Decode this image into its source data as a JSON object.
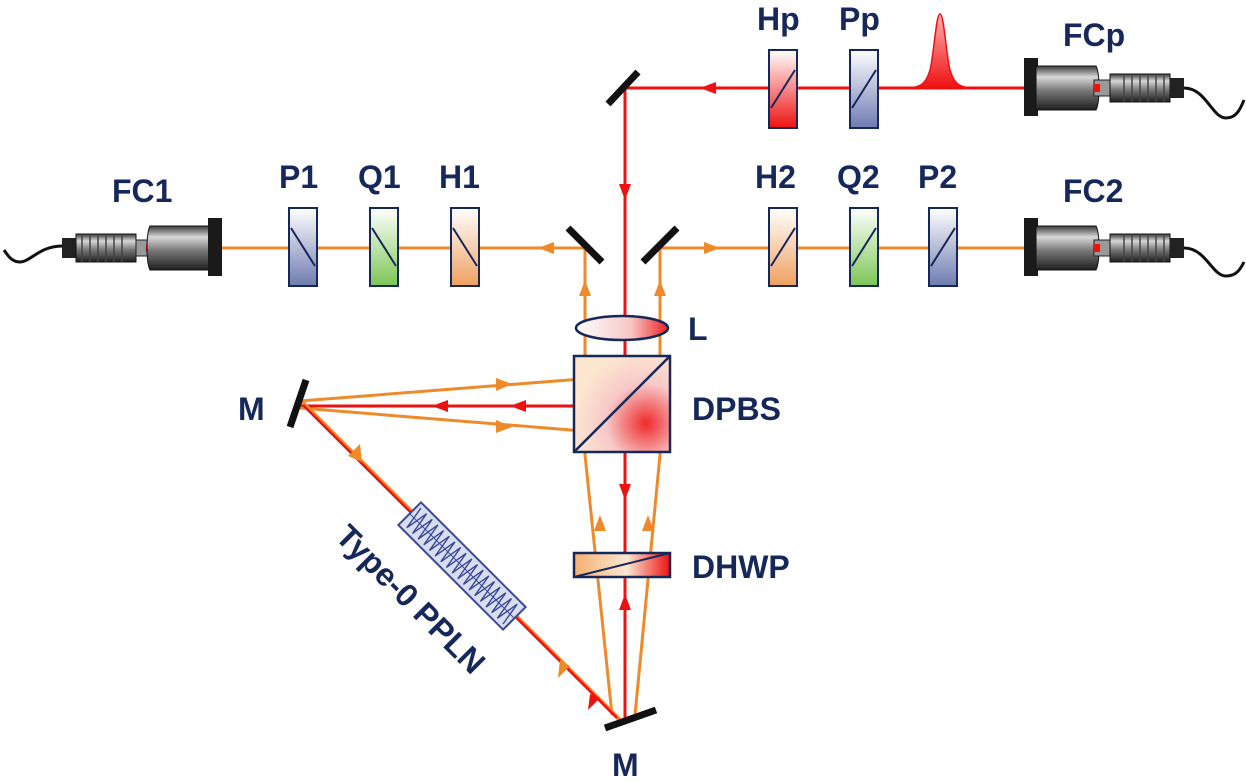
{
  "labels": {
    "fc1": "FC1",
    "p1": "P1",
    "q1": "Q1",
    "h1": "H1",
    "hp": "Hp",
    "pp": "Pp",
    "fcp": "FCp",
    "h2": "H2",
    "q2": "Q2",
    "p2": "P2",
    "fc2": "FC2",
    "lens": "L",
    "dpbs": "DPBS",
    "dhwp": "DHWP",
    "mirror_left": "M",
    "mirror_bottom": "M",
    "crystal": "Type-0 PPLN"
  },
  "colors": {
    "pump": "#ee1111",
    "photon": "#ee8a2a",
    "optic_border": "#16285a",
    "label": "#16285a",
    "polarizer": "#7a86b6",
    "quarter_wave": "#8ed06a",
    "half_wave": "#f2a868",
    "mirror": "#111111"
  }
}
